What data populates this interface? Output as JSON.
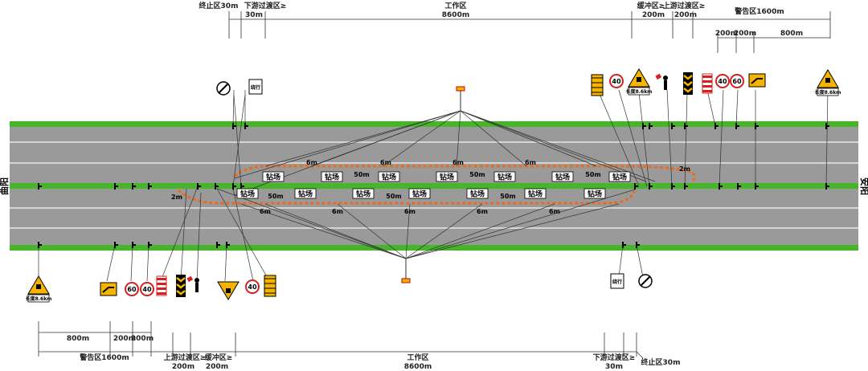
{
  "directions": {
    "left": "曲阳",
    "right": "安阳"
  },
  "top_dims": {
    "termination": "终止区30m",
    "downstream": "下游过渡区≥",
    "downstream_len": "30m",
    "work": "工作区",
    "work_len": "8600m",
    "buffer": "缓冲区≥",
    "buffer_len": "200m",
    "upstream": "上游过渡区≥",
    "upstream_len": "200m",
    "warning": "警告区1600m",
    "seg1": "200m",
    "seg2": "200m",
    "seg3": "800m"
  },
  "bottom_dims": {
    "seg3": "800m",
    "seg1": "200m",
    "seg2": "200m",
    "warning": "警告区1600m",
    "upstream": "上游过渡区≥",
    "upstream_len": "200m",
    "buffer": "缓冲区≥",
    "buffer_len": "200m",
    "downstream": "下游过渡区≥",
    "downstream_len": "30m",
    "work": "工作区",
    "work_len": "8600m",
    "termination": "终止区30m"
  },
  "rig_label": "钻场",
  "spacings": {
    "six": "6m",
    "fifty": "50m",
    "two": "2m"
  },
  "signs": {
    "speed40": "40",
    "speed60": "60",
    "length_text": "长度8.6km",
    "detour": "绕行"
  },
  "colors": {
    "road": "#9a9a9a",
    "green": "#46b52a",
    "cone_line": "#ef6a18",
    "sign_yellow": "#f5b400",
    "sign_red": "#d42020"
  }
}
